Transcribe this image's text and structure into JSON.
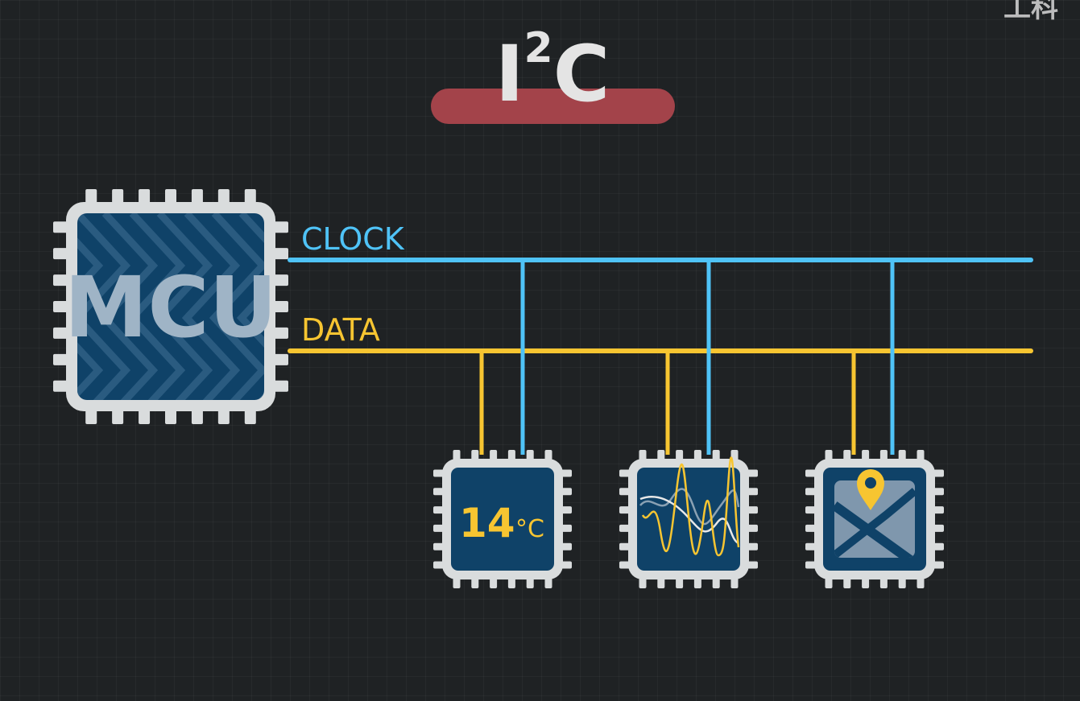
{
  "title": {
    "base": "I",
    "sup": "2",
    "rest": "C"
  },
  "corner_text": "工科",
  "colors": {
    "background": "#1f2224",
    "title_bar": "#a3434a",
    "clock": "#4fc3f7",
    "data": "#f7c531",
    "chip_frame": "#d9dcdd",
    "chip_face": "#0f4268",
    "chip_pattern": "#2a5b80",
    "title_text": "#e4e4e4"
  },
  "mcu": {
    "label": "MCU"
  },
  "buses": {
    "clock_label": "CLOCK",
    "data_label": "DATA"
  },
  "peripherals": [
    {
      "kind": "temperature-sensor",
      "icon": "temperature-readout",
      "value": "14",
      "unit": "°C"
    },
    {
      "kind": "motion-sensor",
      "icon": "waveform-icon"
    },
    {
      "kind": "gps-module",
      "icon": "map-pin-icon"
    }
  ]
}
